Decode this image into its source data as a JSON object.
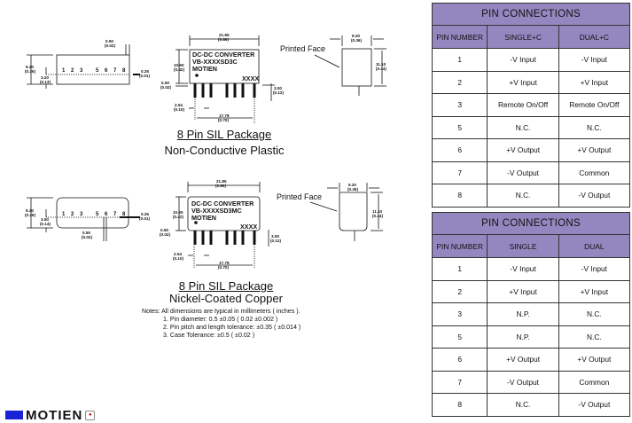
{
  "drawing1": {
    "dims": {
      "pin_width": "0.50",
      "pin_width_in": "(0.02)",
      "height": "9.20",
      "height_in": "(0.36)",
      "pin_offset": "3.20",
      "pin_offset_in": "(0.13)",
      "pin_thk": "0.25",
      "pin_thk_in": "(0.01)",
      "length": "21.85",
      "length_in": "(0.86)",
      "body_h": "10.60",
      "body_h_in": "(0.42)",
      "standoff": "0.50",
      "standoff_in": "(0.02)",
      "pin_len": "3.00",
      "pin_len_in": "(0.12)",
      "pitch": "2.54",
      "pitch_in": "(0.10)",
      "span": "17.78",
      "span_in": "(0.70)",
      "depth": "9.20",
      "depth_in": "(0.36)",
      "total_h": "11.10",
      "total_h_in": "(0.44)"
    },
    "pin_numbers": [
      "1",
      "2",
      "3",
      "5",
      "6",
      "7",
      "8"
    ],
    "label_line1": "DC-DC CONVERTER",
    "label_line2": "VB-XXXXSD3C",
    "label_line3": "MOTIEN",
    "date_code": "XXXX",
    "printed_face": "Printed Face",
    "title": "8 Pin SIL Package",
    "subtitle": "Non-Conductive Plastic"
  },
  "drawing2": {
    "dims": {
      "height": "9.30",
      "height_in": "(0.36)",
      "pin_offset": "3.50",
      "pin_offset_in": "(0.14)",
      "pin_thk": "0.25",
      "pin_thk_in": "(0.01)",
      "pin_width": "0.50",
      "pin_width_in": "(0.02)",
      "length": "21.85",
      "length_in": "(0.86)",
      "body_h": "10.60",
      "body_h_in": "(0.42)",
      "standoff": "0.50",
      "standoff_in": "(0.02)",
      "pin_len": "3.00",
      "pin_len_in": "(0.12)",
      "pitch": "2.54",
      "pitch_in": "(0.10)",
      "span": "17.78",
      "span_in": "(0.70)",
      "depth": "9.20",
      "depth_in": "(0.36)",
      "total_h": "11.10",
      "total_h_in": "(0.44)"
    },
    "pin_numbers": [
      "1",
      "2",
      "3",
      "5",
      "6",
      "7",
      "8"
    ],
    "label_line1": "DC-DC CONVERTER",
    "label_line2": "VB-XXXXSD3MC",
    "label_line3": "MOTIEN",
    "date_code": "XXXX",
    "printed_face": "Printed Face",
    "title": "8 Pin SIL Package",
    "subtitle": "Nickel-Coated Copper"
  },
  "notes": {
    "heading": "Notes: All dimensions are typical in millimeters ( inches ).",
    "items": [
      "1.  Pin diameter: 0.5 ±0.05 ( 0.02 ±0.002 )",
      "2.  Pin pitch and length tolerance:  ±0.35 ( ±0.014 )",
      "3.  Case Tolerance:  ±0.5 ( ±0.02 )"
    ]
  },
  "table1": {
    "title": "PIN CONNECTIONS",
    "headers": [
      "PIN NUMBER",
      "SINGLE+C",
      "DUAL+C"
    ],
    "rows": [
      [
        "1",
        "-V Input",
        "-V Input"
      ],
      [
        "2",
        "+V Input",
        "+V Input"
      ],
      [
        "3",
        "Remote On/Off",
        "Remote On/Off"
      ],
      [
        "5",
        "N.C.",
        "N.C."
      ],
      [
        "6",
        "+V Output",
        "+V Output"
      ],
      [
        "7",
        "-V Output",
        "Common"
      ],
      [
        "8",
        "N.C.",
        "-V Output"
      ]
    ]
  },
  "table2": {
    "title": "PIN CONNECTIONS",
    "headers": [
      "PIN NUMBER",
      "SINGLE",
      "DUAL"
    ],
    "rows": [
      [
        "1",
        "-V Input",
        "-V Input"
      ],
      [
        "2",
        "+V Input",
        "+V Input"
      ],
      [
        "3",
        "N.P.",
        "N.C."
      ],
      [
        "5",
        "N.P.",
        "N.C."
      ],
      [
        "6",
        "+V Output",
        "+V Output"
      ],
      [
        "7",
        "-V Output",
        "Common"
      ],
      [
        "8",
        "N.C.",
        "-V Output"
      ]
    ]
  },
  "footer": {
    "brand": "MOTIEN"
  },
  "colors": {
    "table_header": "#9487c0",
    "logo_blue": "#1a22d8"
  }
}
